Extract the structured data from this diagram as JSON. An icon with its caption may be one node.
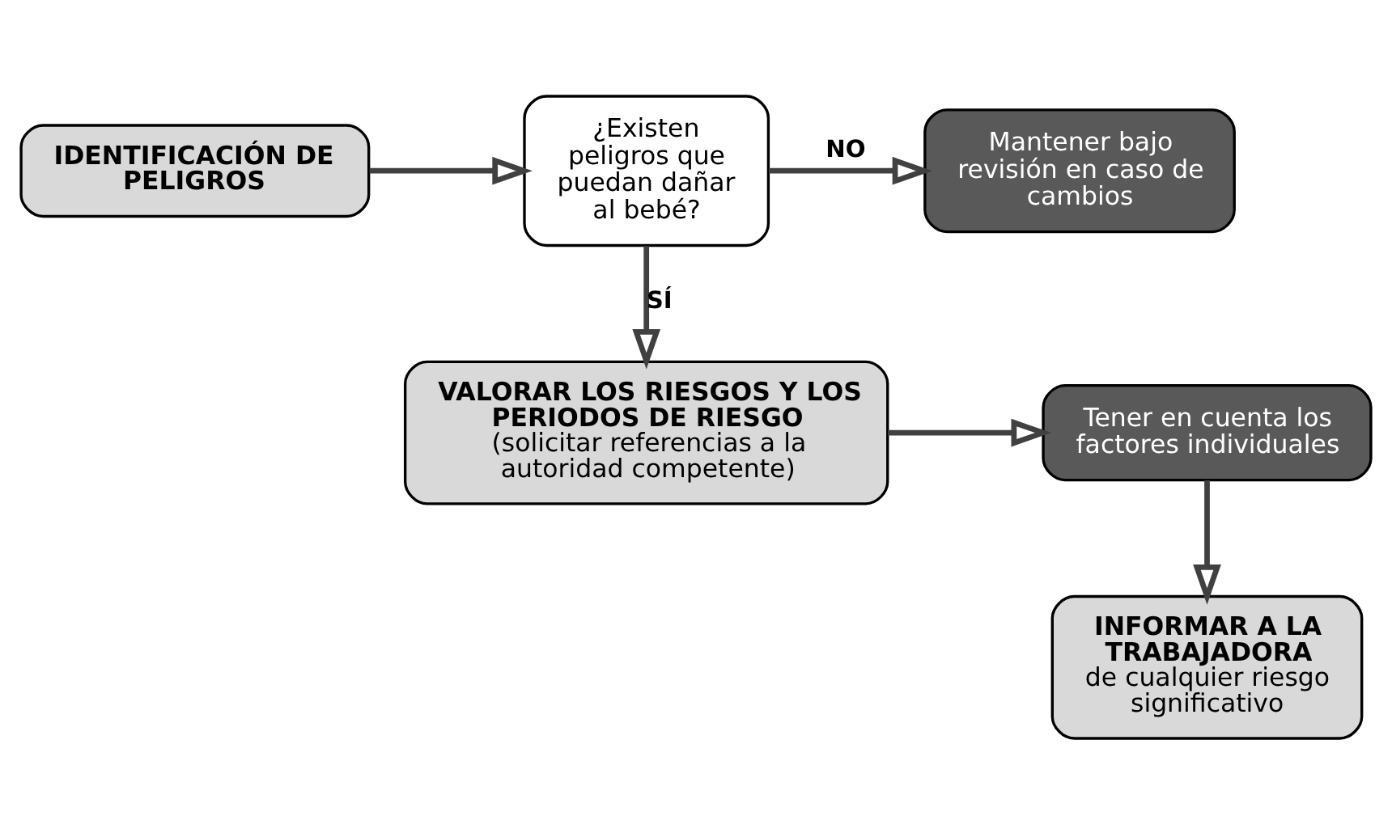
{
  "diagram": {
    "nodes": [
      {
        "text": [
          "IDENTIFICACIÓN DE PELIGROS"
        ]
      },
      {
        "text": [
          "¿Existen peligros que puedan dañar al bebé?"
        ]
      },
      {
        "text": [
          "Mantener bajo revisión en caso de cambios"
        ]
      },
      {
        "text": [
          "VALORAR LOS RIESGOS Y LOS PERIODOS DE RIESGO",
          "(solicitar referencias a la autoridad competente)"
        ]
      },
      {
        "text": [
          "Tener en cuenta los factores individuales"
        ]
      },
      {
        "text": [
          "INFORMAR A LA TRABAJADORA",
          "de cualquier riesgo significativo"
        ]
      }
    ],
    "edges": [
      {
        "from": 0,
        "to": 1,
        "arrow": "to"
      },
      {
        "from": 1,
        "to": 2,
        "arrow": "to",
        "label": "NO"
      },
      {
        "from": 1,
        "to": 3,
        "arrow": "to",
        "label": "SÍ"
      },
      {
        "from": 3,
        "to": 4,
        "arrow": "to"
      },
      {
        "from": 4,
        "to": 5,
        "arrow": "to"
      }
    ]
  }
}
